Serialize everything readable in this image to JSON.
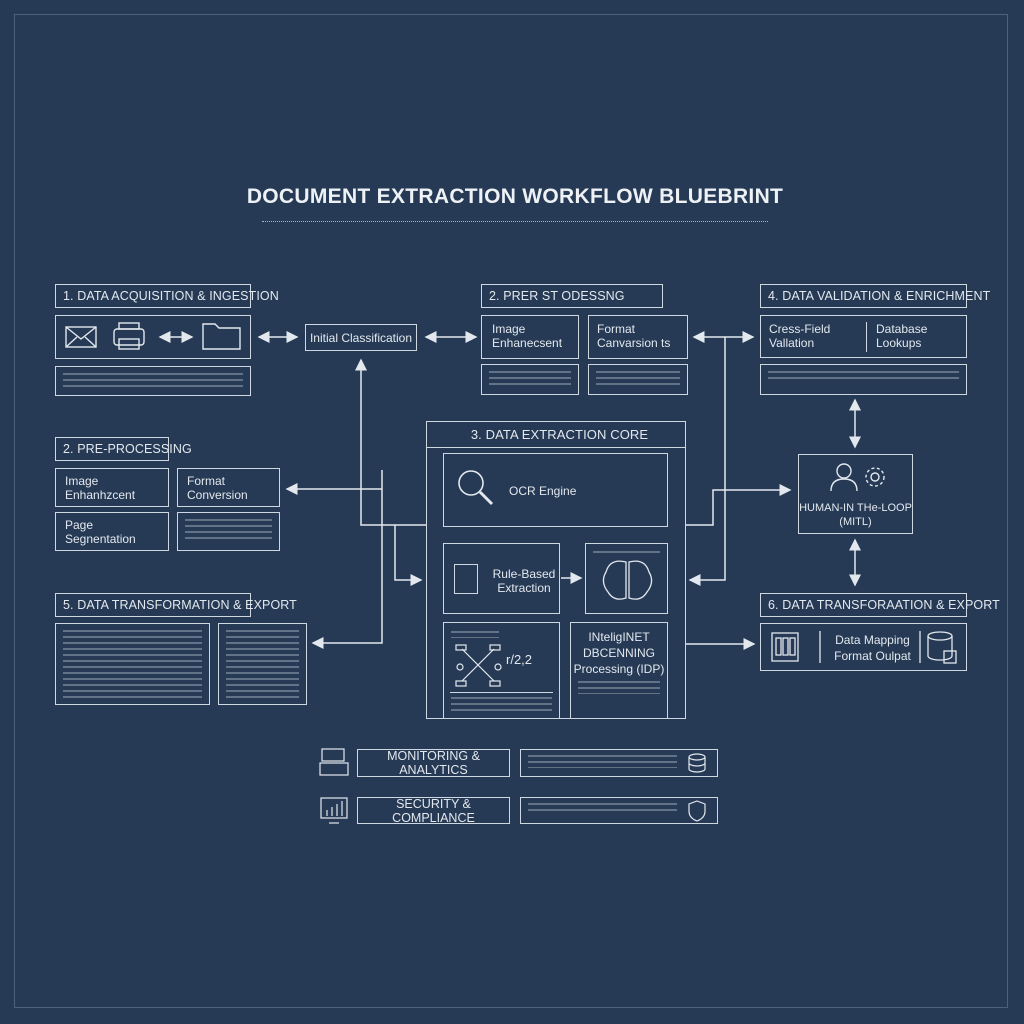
{
  "title": "DOCUMENT EXTRACTION WORKFLOW BLUEBRINT",
  "acquisition": {
    "header": "1. DATA ACQUISITION & INGESTION"
  },
  "classification": {
    "label": "Initial Classification"
  },
  "preprocessing_top": {
    "header": "2. PRER ST ODESSNG",
    "image": "Image Enhanecsent",
    "format": "Format Canvarsion ts"
  },
  "validation": {
    "header": "4. DATA VALIDATION & ENRICHMENT",
    "cross": "Cress-Field Vallation",
    "db": "Database Lookups"
  },
  "preprocessing_left": {
    "header": "2. PRE-PROCESSING",
    "image": "Image Enhanhzcent",
    "format": "Format Conversion",
    "page": "Page Segnentation"
  },
  "core": {
    "header": "3. DATA EXTRACTION CORE",
    "ocr": "OCR Engine",
    "rule": "Rule-Based Extraction",
    "formula": "r/2,2",
    "idp": "INteligINET DBCENNING Processing (IDP)"
  },
  "hitl": {
    "label": "HUMAN-IN THe-LOOP (MITL)"
  },
  "transform_left": {
    "header": "5. DATA TRANSFORMATION & EXPORT"
  },
  "transform_right": {
    "header": "6. DATA TRANSFORAATION & EXPORT",
    "mapping": "Data Mapping",
    "output": "Format Oulpat"
  },
  "monitoring": {
    "label": "MONITORING & ANALYTICS"
  },
  "security": {
    "label": "SECURITY & COMPLIANCE"
  },
  "colors": {
    "background": "#263a55",
    "line": "#cfd7e1"
  }
}
